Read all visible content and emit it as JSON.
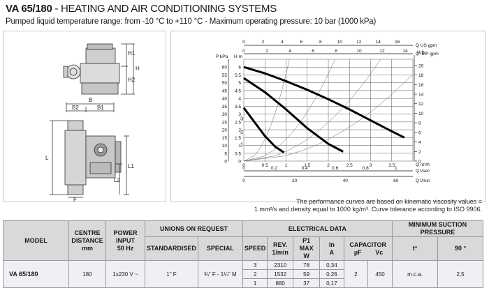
{
  "header": {
    "model": "VA 65/180",
    "title_rest": " - HEATING AND AIR CONDITIONING SYSTEMS",
    "subtitle": "Pumped liquid temperature range: from -10 °C to +110 °C - Maximum operating pressure: 10 bar (1000 kPa)"
  },
  "drawing": {
    "labels": {
      "h1": "H1",
      "h2": "H2",
      "h": "H",
      "b": "B",
      "b2": "B2",
      "b1": "B1",
      "l": "L",
      "l1": "L1",
      "l2": "L2",
      "f": "F"
    }
  },
  "chart_data": {
    "type": "line",
    "title": "",
    "axes": {
      "left_m": {
        "label": "H m",
        "range": [
          0,
          6.5
        ],
        "ticks": [
          "0",
          "0.5",
          "1",
          "1.5",
          "2",
          "2.5",
          "3",
          "3.5",
          "4",
          "4.5",
          "5",
          "5.5",
          "6"
        ]
      },
      "left_kpa": {
        "label": "P kPa",
        "range": [
          0,
          65
        ],
        "ticks": [
          "0",
          "5",
          "10",
          "15",
          "20",
          "25",
          "30",
          "35",
          "40",
          "45",
          "50",
          "55",
          "60"
        ]
      },
      "right_ft": {
        "label": "H ft",
        "range": [
          0,
          21.3
        ],
        "ticks": [
          "0",
          "2",
          "4",
          "6",
          "8",
          "10",
          "12",
          "14",
          "16",
          "18",
          "20"
        ]
      },
      "top_usgpm": {
        "label": "Q US gpm",
        "ticks": [
          "0",
          "2",
          "4",
          "6",
          "8",
          "10",
          "12",
          "14",
          "16"
        ]
      },
      "top_impgpm": {
        "label": "Q IMP gpm",
        "ticks": [
          "0",
          "2",
          "4",
          "6",
          "8",
          "10",
          "12",
          "14"
        ]
      },
      "bottom_m3h": {
        "label": "Q m³/h",
        "range": [
          0,
          4
        ],
        "ticks": [
          "0",
          "0.5",
          "1",
          "1.5",
          "2",
          "2.5",
          "3",
          "3.5"
        ]
      },
      "bottom_ls": {
        "label": "Q l/sec",
        "ticks": [
          "0",
          "0.2",
          "0.4",
          "0.6",
          "0.8",
          "1"
        ]
      },
      "bottom_lmin": {
        "label": "Q l/min",
        "ticks": [
          "0",
          "20",
          "40",
          "60"
        ]
      }
    },
    "series": [
      {
        "name": "3",
        "x": [
          0,
          0.5,
          1.0,
          1.5,
          2.0,
          2.5,
          3.0,
          3.5,
          3.8
        ],
        "y": [
          6.0,
          5.6,
          5.1,
          4.55,
          3.95,
          3.3,
          2.6,
          1.9,
          1.5
        ]
      },
      {
        "name": "2",
        "x": [
          0,
          0.5,
          1.0,
          1.5,
          2.0,
          2.35
        ],
        "y": [
          5.3,
          4.4,
          3.3,
          2.1,
          1.1,
          0.6
        ]
      },
      {
        "name": "1",
        "x": [
          0,
          0.25,
          0.5,
          0.75,
          0.95
        ],
        "y": [
          3.4,
          2.5,
          1.6,
          0.9,
          0.55
        ]
      }
    ],
    "grid": true
  },
  "note": {
    "line1": "The performance curves are based on kinematic viscosity values =",
    "line2": "1 mm²/s and density equal to 1000 kg/m³. Curve tolerance according to ISO 9906."
  },
  "table": {
    "headers": {
      "model": "MODEL",
      "centre_distance": "CENTRE DISTANCE",
      "centre_distance_unit": "mm",
      "power_input": "POWER INPUT",
      "power_input_unit": "50 Hz",
      "unions": "UNIONS ON REQUEST",
      "standardised": "STANDARDISED",
      "special": "SPECIAL",
      "electrical": "ELECTRICAL DATA",
      "speed": "SPEED",
      "rev": "REV.",
      "rev_unit": "1/min",
      "p1max": "P1 MAX",
      "p1max_unit": "W",
      "in": "In",
      "in_unit": "A",
      "capacitor": "CAPACITOR",
      "uf": "µF",
      "vc": "Vc",
      "suction": "MINIMUM SUCTION PRESSURE",
      "t": "t°",
      "t90": "90 °"
    },
    "row": {
      "model": "VA 65/180",
      "centre": "180",
      "power": "1x230 V ~",
      "standardised": "1\" F",
      "special": "¾\" F - 1¼\" M",
      "speeds": [
        "3",
        "2",
        "1"
      ],
      "rev": [
        "2310",
        "1532",
        "880"
      ],
      "p1": [
        "78",
        "59",
        "37"
      ],
      "in": [
        "0,34",
        "0,26",
        "0,17"
      ],
      "uf": "2",
      "vc": "450",
      "t_val": "m.c.a.",
      "t90_val": "2,5"
    }
  }
}
